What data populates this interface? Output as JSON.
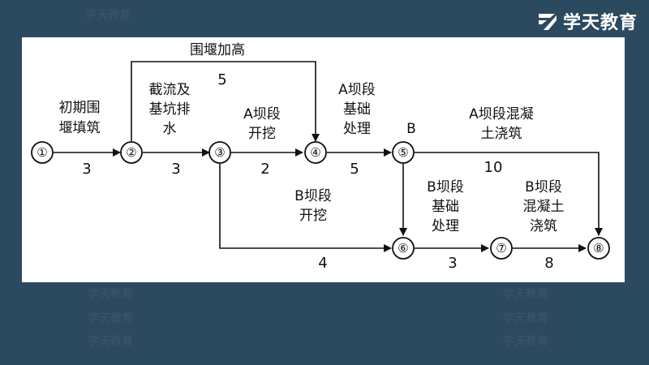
{
  "brand": {
    "name": "学天教育",
    "watermark": "学天教育"
  },
  "diagram": {
    "nodes": [
      "①",
      "②",
      "③",
      "④",
      "⑤",
      "⑥",
      "⑦",
      "⑧"
    ],
    "activities": {
      "a12": {
        "name_line1": "初期围",
        "name_line2": "堰填筑",
        "duration": "3"
      },
      "a23": {
        "name_line1": "截流及",
        "name_line2": "基坑排",
        "name_line3": "水",
        "duration": "3"
      },
      "a24": {
        "name": "围堰加高",
        "duration": "5"
      },
      "a34": {
        "name_line1": "A坝段",
        "name_line2": "开挖",
        "duration": "2"
      },
      "a45": {
        "name_line1": "A坝段",
        "name_line2": "基础",
        "name_line3": "处理",
        "duration": "5"
      },
      "a58": {
        "name_line1": "A坝段混凝",
        "name_line2": "土浇筑",
        "duration": "10"
      },
      "a36": {
        "name_line1": "B坝段",
        "name_line2": "开挖",
        "duration": "4"
      },
      "a56": {
        "name_line1": "B坝段",
        "name_line2": "基础",
        "name_line3": "处理",
        "duration": "3"
      },
      "a78": {
        "name_line1": "B坝段",
        "name_line2": "混凝土",
        "name_line3": "浇筑",
        "duration": "8"
      }
    },
    "node5_label": "B"
  }
}
